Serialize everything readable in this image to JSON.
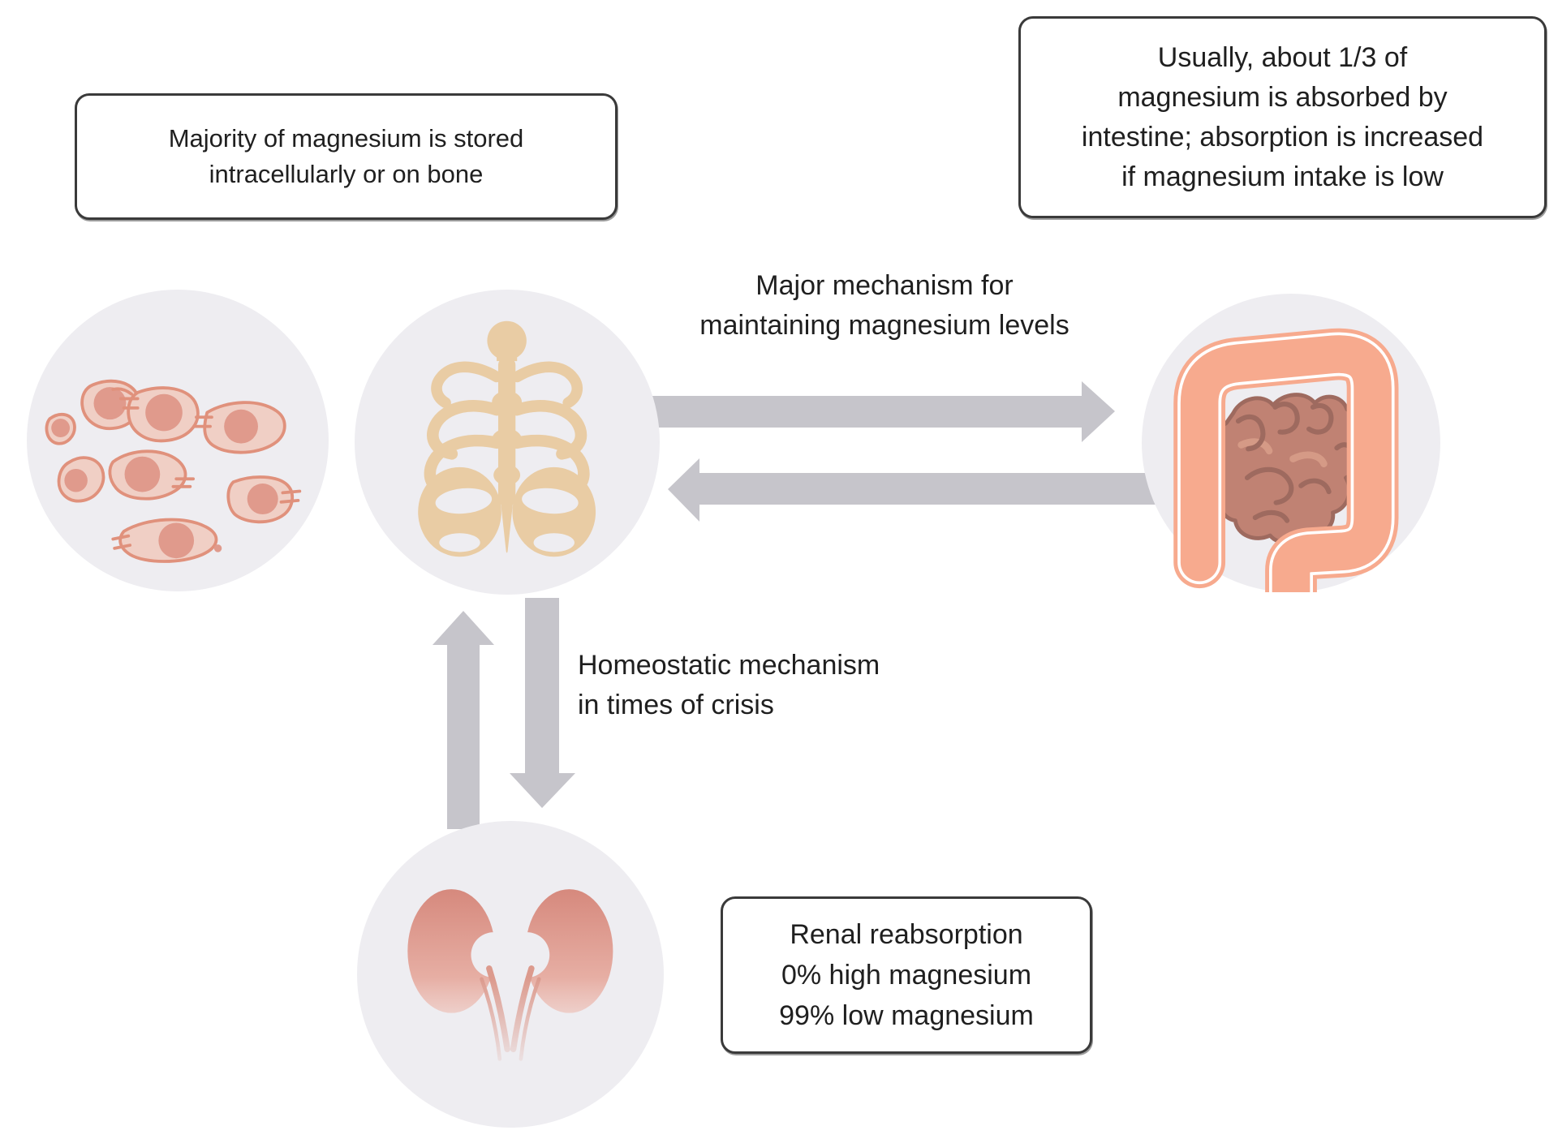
{
  "boxes": {
    "bone_storage": {
      "lines": [
        "Majority of magnesium is stored",
        "intracellularly or on bone"
      ]
    },
    "intestinal_absorption": {
      "lines": [
        "Usually, about 1/3 of",
        "magnesium is absorbed by",
        "intestine; absorption is increased",
        "if magnesium intake is low"
      ]
    },
    "renal": {
      "lines": [
        "Renal reabsorption",
        "0% high magnesium",
        "99% low magnesium"
      ]
    }
  },
  "labels": {
    "major_mechanism": {
      "lines": [
        "Major mechanism for",
        "maintaining magnesium levels"
      ]
    },
    "homeostatic": {
      "lines": [
        "Homeostatic mechanism",
        "in times of crisis"
      ]
    }
  },
  "icons": {
    "cells": "cells-icon",
    "bone": "ribcage-icon",
    "intestine": "intestine-icon",
    "kidneys": "kidneys-icon"
  },
  "arrows": {
    "bone_to_intestine": "right",
    "intestine_to_bone": "left",
    "kidney_to_bone": "up",
    "bone_to_kidney": "down"
  },
  "colors": {
    "background": "#ffffff",
    "circle_fill": "#eeedf1",
    "arrow": "#c6c5cb",
    "bone": "#e9cca4",
    "cell_outline": "#e0917c",
    "cell_fill": "#f0cfc5",
    "cell_nucleus": "#e09a8c",
    "colon": "#f7aa8e",
    "small_intestine": "#c08273",
    "small_intestine_outline": "#9e6a5f",
    "kidney_dark": "#d6897d",
    "kidney_light": "#edbdb3",
    "text": "#1f1f1f",
    "box_border": "#3a3a3a"
  }
}
